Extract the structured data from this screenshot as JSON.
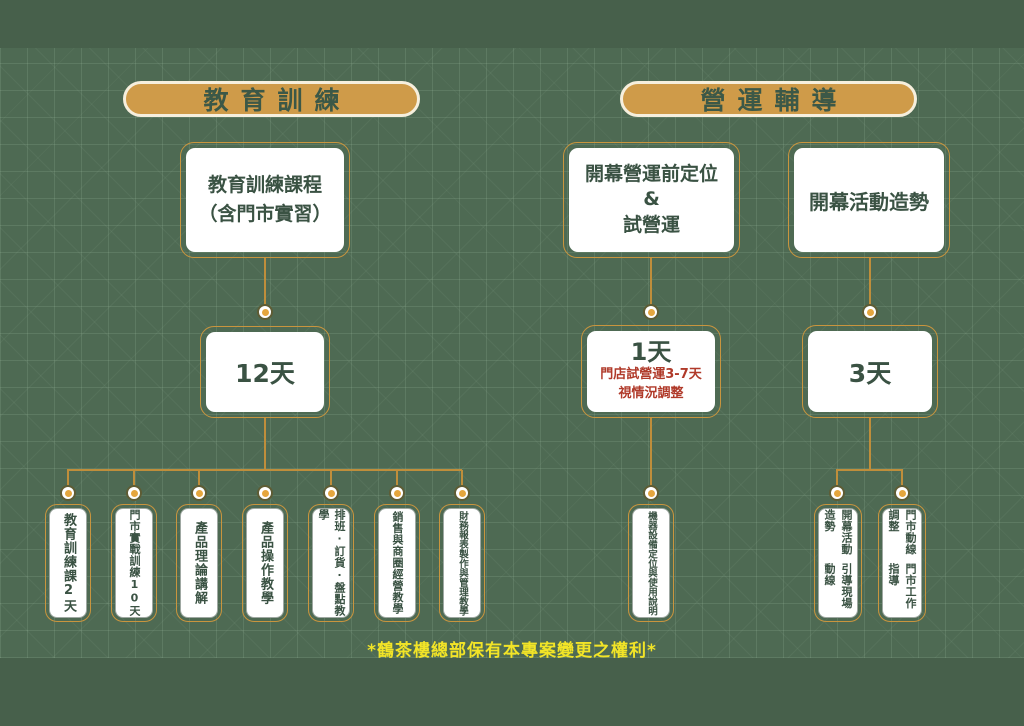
{
  "colors": {
    "background_green": "#4e6a53",
    "band_green": "#47604b",
    "accent_gold": "#cf9b49",
    "line_gold": "#bf8e3b",
    "text_green": "#3a5243",
    "note_red": "#b03a2a",
    "footer_yellow": "#f2e427",
    "box_white": "#ffffff"
  },
  "training": {
    "header": "教育訓練",
    "root": {
      "line1": "教育訓練課程",
      "line2": "（含門市實習）"
    },
    "duration": {
      "value": "12天"
    },
    "items": [
      {
        "label": "教育訓練課2天"
      },
      {
        "label": "門市實戰訓練10天"
      },
      {
        "label": "產品理論講解"
      },
      {
        "label": "產品操作教學"
      },
      {
        "label": "排班‧訂貨‧盤點教學"
      },
      {
        "label": "銷售與商圈經營教學"
      },
      {
        "label": "財務報表製作與管理教學"
      }
    ]
  },
  "operations": {
    "header": "營運輔導",
    "branch1": {
      "root": {
        "line1": "開幕營運前定位",
        "line2": "&",
        "line3": "試營運"
      },
      "duration": {
        "value": "1天",
        "note1": "門店試營運3-7天",
        "note2": "視情況調整"
      },
      "item": {
        "label": "機器設備定位與使用說明"
      }
    },
    "branch2": {
      "root": {
        "line1": "開幕活動造勢"
      },
      "duration": {
        "value": "3天"
      },
      "items": [
        {
          "col1": "開幕活動造勢",
          "col2": "引導現場動線"
        },
        {
          "col1": "門市動線調整",
          "col2": "門市工作指導"
        }
      ]
    }
  },
  "footer": {
    "text": "*鶴茶樓總部保有本專案變更之權利*"
  }
}
